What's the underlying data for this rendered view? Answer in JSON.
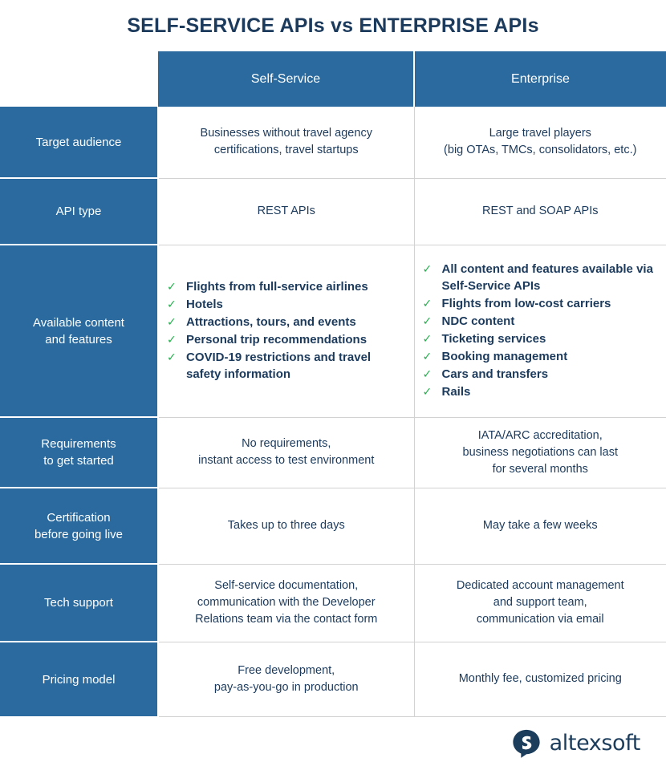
{
  "page": {
    "title": "SELF-SERVICE APIs vs ENTERPRISE APIs"
  },
  "colors": {
    "header_blue": "#2a6a9e",
    "text_navy": "#1b3a5c",
    "check_green": "#22b14c",
    "cell_border": "#d2d2d2",
    "logo_navy": "#1d3d5c"
  },
  "table": {
    "columns": [
      {
        "key": "label",
        "header": ""
      },
      {
        "key": "self_service",
        "header": "Self-Service"
      },
      {
        "key": "enterprise",
        "header": "Enterprise"
      }
    ],
    "rows": [
      {
        "label": "Target audience",
        "self_service": "Businesses without travel agency\ncertifications, travel startups",
        "enterprise": "Large travel players\n(big OTAs, TMCs, consolidators, etc.)"
      },
      {
        "label": "API type",
        "self_service": "REST APIs",
        "enterprise": "REST and SOAP APIs"
      },
      {
        "label": "Available content\nand features",
        "self_service_list": [
          "Flights from full-service airlines",
          "Hotels",
          "Attractions, tours, and events",
          "Personal trip recommendations",
          "COVID-19 restrictions and travel safety information"
        ],
        "enterprise_list": [
          "All content and features available via Self-Service APIs",
          "Flights from low-cost carriers",
          "NDC content",
          "Ticketing services",
          "Booking management",
          "Cars and transfers",
          "Rails"
        ]
      },
      {
        "label": "Requirements\nto get started",
        "self_service": "No requirements,\ninstant access to test environment",
        "enterprise": "IATA/ARC accreditation,\nbusiness negotiations can last\nfor several months"
      },
      {
        "label": "Certification\nbefore going live",
        "self_service": "Takes up to three days",
        "enterprise": "May take a few weeks"
      },
      {
        "label": "Tech support",
        "self_service": "Self-service documentation,\ncommunication with the Developer\nRelations team via the contact form",
        "enterprise": "Dedicated account management\nand support team,\ncommunication via email"
      },
      {
        "label": "Pricing model",
        "self_service": "Free development,\npay-as-you-go in production",
        "enterprise": "Monthly fee, customized pricing"
      }
    ]
  },
  "footer": {
    "logo_text": "altexsoft",
    "logo_mark": "speech-bubble-icon"
  },
  "icons": {
    "check": "✓"
  }
}
